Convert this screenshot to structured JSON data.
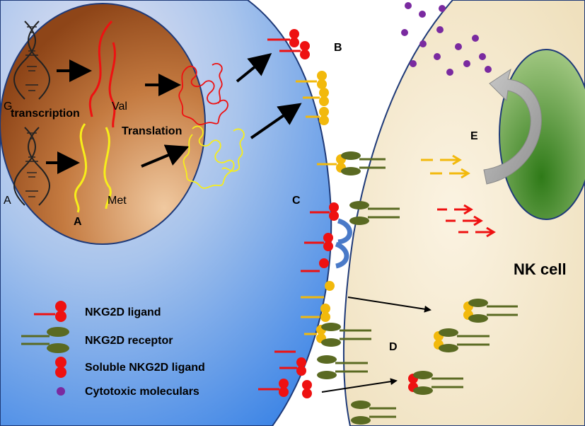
{
  "labels": {
    "A": "A",
    "B": "B",
    "C": "C",
    "D": "D",
    "E": "E",
    "transcription": "transcription",
    "translation": "Translation",
    "val": "Val",
    "met": "Met",
    "allele_g": "G",
    "allele_a": "A",
    "nk_cell": "NK cell"
  },
  "legend": [
    {
      "icon": "ligand-icon",
      "label": "NKG2D ligand"
    },
    {
      "icon": "receptor-icon",
      "label": "NKG2D receptor"
    },
    {
      "icon": "soluble-ligand-icon",
      "label": "Soluble NKG2D ligand"
    },
    {
      "icon": "cytotoxic-dot-icon",
      "label": "Cytotoxic moleculars"
    }
  ],
  "colors": {
    "ligand_red": "#ee1111",
    "ligand_yellow": "#f2b90c",
    "receptor_green": "#5a6a22",
    "cytotoxic_purple": "#7a2aa0",
    "nucleus_brown": "#b0602a",
    "nk_nucleus_green": "#2e7a18",
    "rna_yellow": "#f7ee1a"
  }
}
